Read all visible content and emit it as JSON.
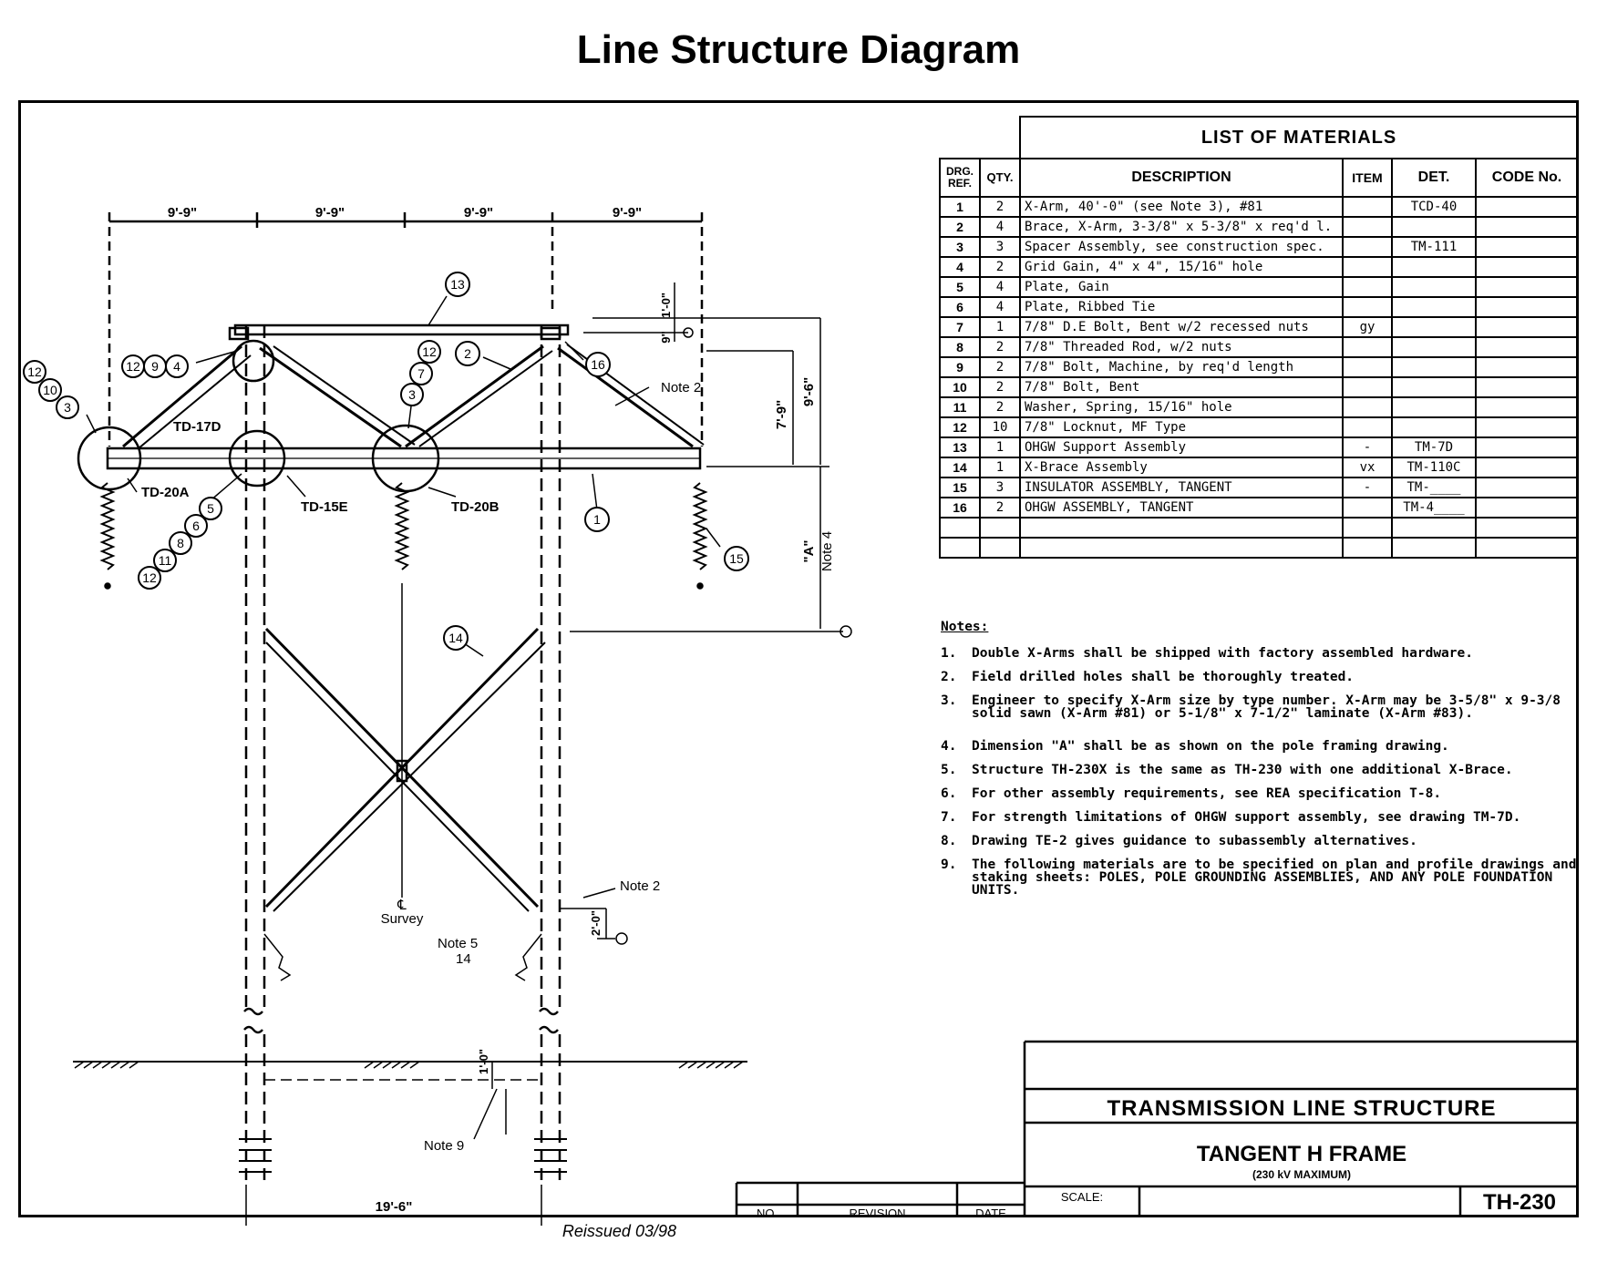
{
  "page": {
    "title": "Line Structure Diagram"
  },
  "materials": {
    "header": "LIST  OF  MATERIALS",
    "columns": [
      "DRG. REF.",
      "QTY.",
      "DESCRIPTION",
      "ITEM",
      "DET.",
      "CODE No."
    ],
    "rows": [
      {
        "ref": "1",
        "qty": "2",
        "desc": "X-Arm, 40'-0\" (see Note 3), #81",
        "item": "",
        "det": "TCD-40",
        "code": ""
      },
      {
        "ref": "2",
        "qty": "4",
        "desc": "Brace, X-Arm, 3-3/8\" x 5-3/8\" x req'd l.",
        "item": "",
        "det": "",
        "code": ""
      },
      {
        "ref": "3",
        "qty": "3",
        "desc": "Spacer Assembly, see construction spec.",
        "item": "",
        "det": "TM-111",
        "code": ""
      },
      {
        "ref": "4",
        "qty": "2",
        "desc": "Grid Gain, 4\" x 4\", 15/16\" hole",
        "item": "",
        "det": "",
        "code": ""
      },
      {
        "ref": "5",
        "qty": "4",
        "desc": "Plate, Gain",
        "item": "",
        "det": "",
        "code": ""
      },
      {
        "ref": "6",
        "qty": "4",
        "desc": "Plate, Ribbed Tie",
        "item": "",
        "det": "",
        "code": ""
      },
      {
        "ref": "7",
        "qty": "1",
        "desc": "7/8\" D.E Bolt, Bent w/2 recessed nuts",
        "item": "gy",
        "det": "",
        "code": ""
      },
      {
        "ref": "8",
        "qty": "2",
        "desc": "7/8\" Threaded Rod, w/2 nuts",
        "item": "",
        "det": "",
        "code": ""
      },
      {
        "ref": "9",
        "qty": "2",
        "desc": "7/8\" Bolt, Machine, by req'd length",
        "item": "",
        "det": "",
        "code": ""
      },
      {
        "ref": "10",
        "qty": "2",
        "desc": "7/8\" Bolt, Bent",
        "item": "",
        "det": "",
        "code": ""
      },
      {
        "ref": "11",
        "qty": "2",
        "desc": "Washer, Spring, 15/16\" hole",
        "item": "",
        "det": "",
        "code": ""
      },
      {
        "ref": "12",
        "qty": "10",
        "desc": "7/8\" Locknut, MF Type",
        "item": "",
        "det": "",
        "code": ""
      },
      {
        "ref": "13",
        "qty": "1",
        "desc": "OHGW Support Assembly",
        "item": "-",
        "det": "TM-7D",
        "code": ""
      },
      {
        "ref": "14",
        "qty": "1",
        "desc": "X-Brace Assembly",
        "item": "vx",
        "det": "TM-110C",
        "code": ""
      },
      {
        "ref": "15",
        "qty": "3",
        "desc": "INSULATOR ASSEMBLY, TANGENT",
        "item": "-",
        "det": "TM-____",
        "code": ""
      },
      {
        "ref": "16",
        "qty": "2",
        "desc": "OHGW ASSEMBLY, TANGENT",
        "item": "",
        "det": "TM-4____",
        "code": ""
      },
      {
        "ref": "",
        "qty": "",
        "desc": "",
        "item": "",
        "det": "",
        "code": ""
      },
      {
        "ref": "",
        "qty": "",
        "desc": "",
        "item": "",
        "det": "",
        "code": ""
      }
    ]
  },
  "notes": {
    "heading": "Notes:",
    "items": [
      {
        "num": "1.",
        "text": "Double X-Arms shall be shipped with factory assembled hardware."
      },
      {
        "num": "2.",
        "text": "Field drilled holes shall be thoroughly treated."
      },
      {
        "num": "3.",
        "text": "Engineer to specify X-Arm size by type number.  X-Arm may be 3-5/8\" x 9-3/8\nsolid sawn (X-Arm #81) or 5-1/8\" x 7-1/2\" laminate (X-Arm #83)."
      },
      {
        "num": "4.",
        "text": "Dimension \"A\" shall be as shown on the pole framing drawing."
      },
      {
        "num": "5.",
        "text": "Structure TH-230X is the same as TH-230 with one additional X-Brace."
      },
      {
        "num": "6.",
        "text": "For other assembly requirements, see REA specification T-8."
      },
      {
        "num": "7.",
        "text": "For strength limitations of OHGW support assembly, see drawing TM-7D."
      },
      {
        "num": "8.",
        "text": "Drawing TE-2 gives guidance to subassembly alternatives."
      },
      {
        "num": "9.",
        "text": "The following materials are to be specified on plan and profile drawings and\nstaking sheets:  POLES, POLE GROUNDING ASSEMBLIES, AND ANY POLE FOUNDATION\nUNITS."
      }
    ]
  },
  "drawing": {
    "dims_top": [
      "9'-9\"",
      "9'-9\"",
      "9'-9\"",
      "9'-9\""
    ],
    "dim_7_9": "7'-9\"",
    "dim_9_6": "9'-6\"",
    "dim_1_0_top": "1'-0\"",
    "dim_9_small": "9\"",
    "dim_A": "\"A\"",
    "note4": "Note 4",
    "note2_top": "Note 2",
    "note2_bottom": "Note 2",
    "note5": "Note 5",
    "note5_ref": "14",
    "note9": "Note 9",
    "dim_2_0": "2'-0\"",
    "dim_1_0_ground": "1'-0\"",
    "dim_19_6": "19'-6\"",
    "td17d": "TD-17D",
    "td20a": "TD-20A",
    "td15e": "TD-15E",
    "td20b": "TD-20B",
    "survey_cl": "℄",
    "survey": "Survey",
    "reissued": "Reissued 03/98",
    "balloons": {
      "b13": "13",
      "b12a": "12",
      "b9": "9",
      "b4": "4",
      "b12b": "12",
      "b10": "10",
      "b3a": "3",
      "b12c": "12",
      "b7": "7",
      "b3b": "3",
      "b2": "2",
      "b16": "16",
      "b1": "1",
      "b15": "15",
      "b5": "5",
      "b6": "6",
      "b8": "8",
      "b11": "11",
      "b12d": "12",
      "b14": "14"
    }
  },
  "title_block": {
    "structure": "TRANSMISSION  LINE  STRUCTURE",
    "name": "TANGENT  H FRAME",
    "sub": "(230 kV  MAXIMUM)",
    "scale_label": "SCALE:",
    "drawing_no": "TH-230",
    "revision_cols": [
      "NO.",
      "REVISION",
      "DATE"
    ]
  }
}
